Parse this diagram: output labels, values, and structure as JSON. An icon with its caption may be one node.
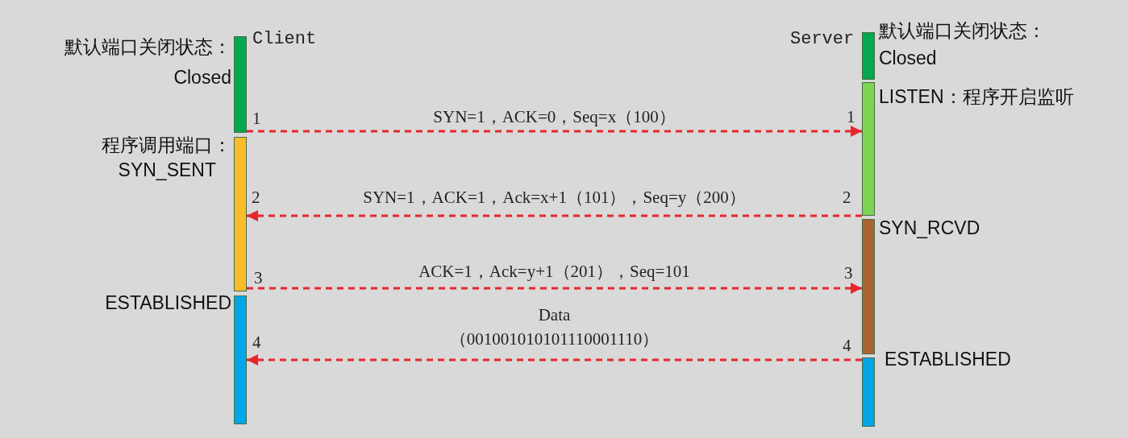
{
  "diagram": {
    "nodes": [
      {
        "text": [],
        "shape": "bar",
        "beside": [
          "默认端口关闭状态：",
          "Closed"
        ]
      },
      {
        "text": [],
        "shape": "bar",
        "beside": [
          "程序调用端口：",
          "SYN_SENT"
        ]
      },
      {
        "text": [],
        "shape": "bar",
        "beside": [
          "ESTABLISHED"
        ]
      },
      {
        "text": [],
        "shape": "bar",
        "beside": [
          "默认端口关闭状态：",
          "Closed"
        ]
      },
      {
        "text": [],
        "shape": "bar",
        "beside": [
          "LISTEN：程序开启监听"
        ]
      },
      {
        "text": [],
        "shape": "bar",
        "beside": [
          "SYN_RCVD"
        ]
      },
      {
        "text": [],
        "shape": "bar",
        "beside": [
          "ESTABLISHED"
        ]
      }
    ],
    "edges": [
      {
        "from": 0,
        "to": 4,
        "arrow": "to",
        "style": "dashed",
        "label": "SYN=1，ACK=0，Seq=x（100）"
      },
      {
        "from": 4,
        "to": 1,
        "arrow": "to",
        "style": "dashed",
        "label": "SYN=1，ACK=1，Ack=x+1（101），Seq=y（200）"
      },
      {
        "from": 1,
        "to": 5,
        "arrow": "to",
        "style": "dashed",
        "label": "ACK=1，Ack=y+1（201），Seq=101"
      },
      {
        "from": 6,
        "to": 2,
        "arrow": "to",
        "style": "dashed",
        "label": "Data （001001010101110001110）"
      }
    ],
    "labels": [
      "Client",
      "Server",
      "1",
      "1",
      "2",
      "2",
      "3",
      "3",
      "4",
      "4"
    ]
  }
}
